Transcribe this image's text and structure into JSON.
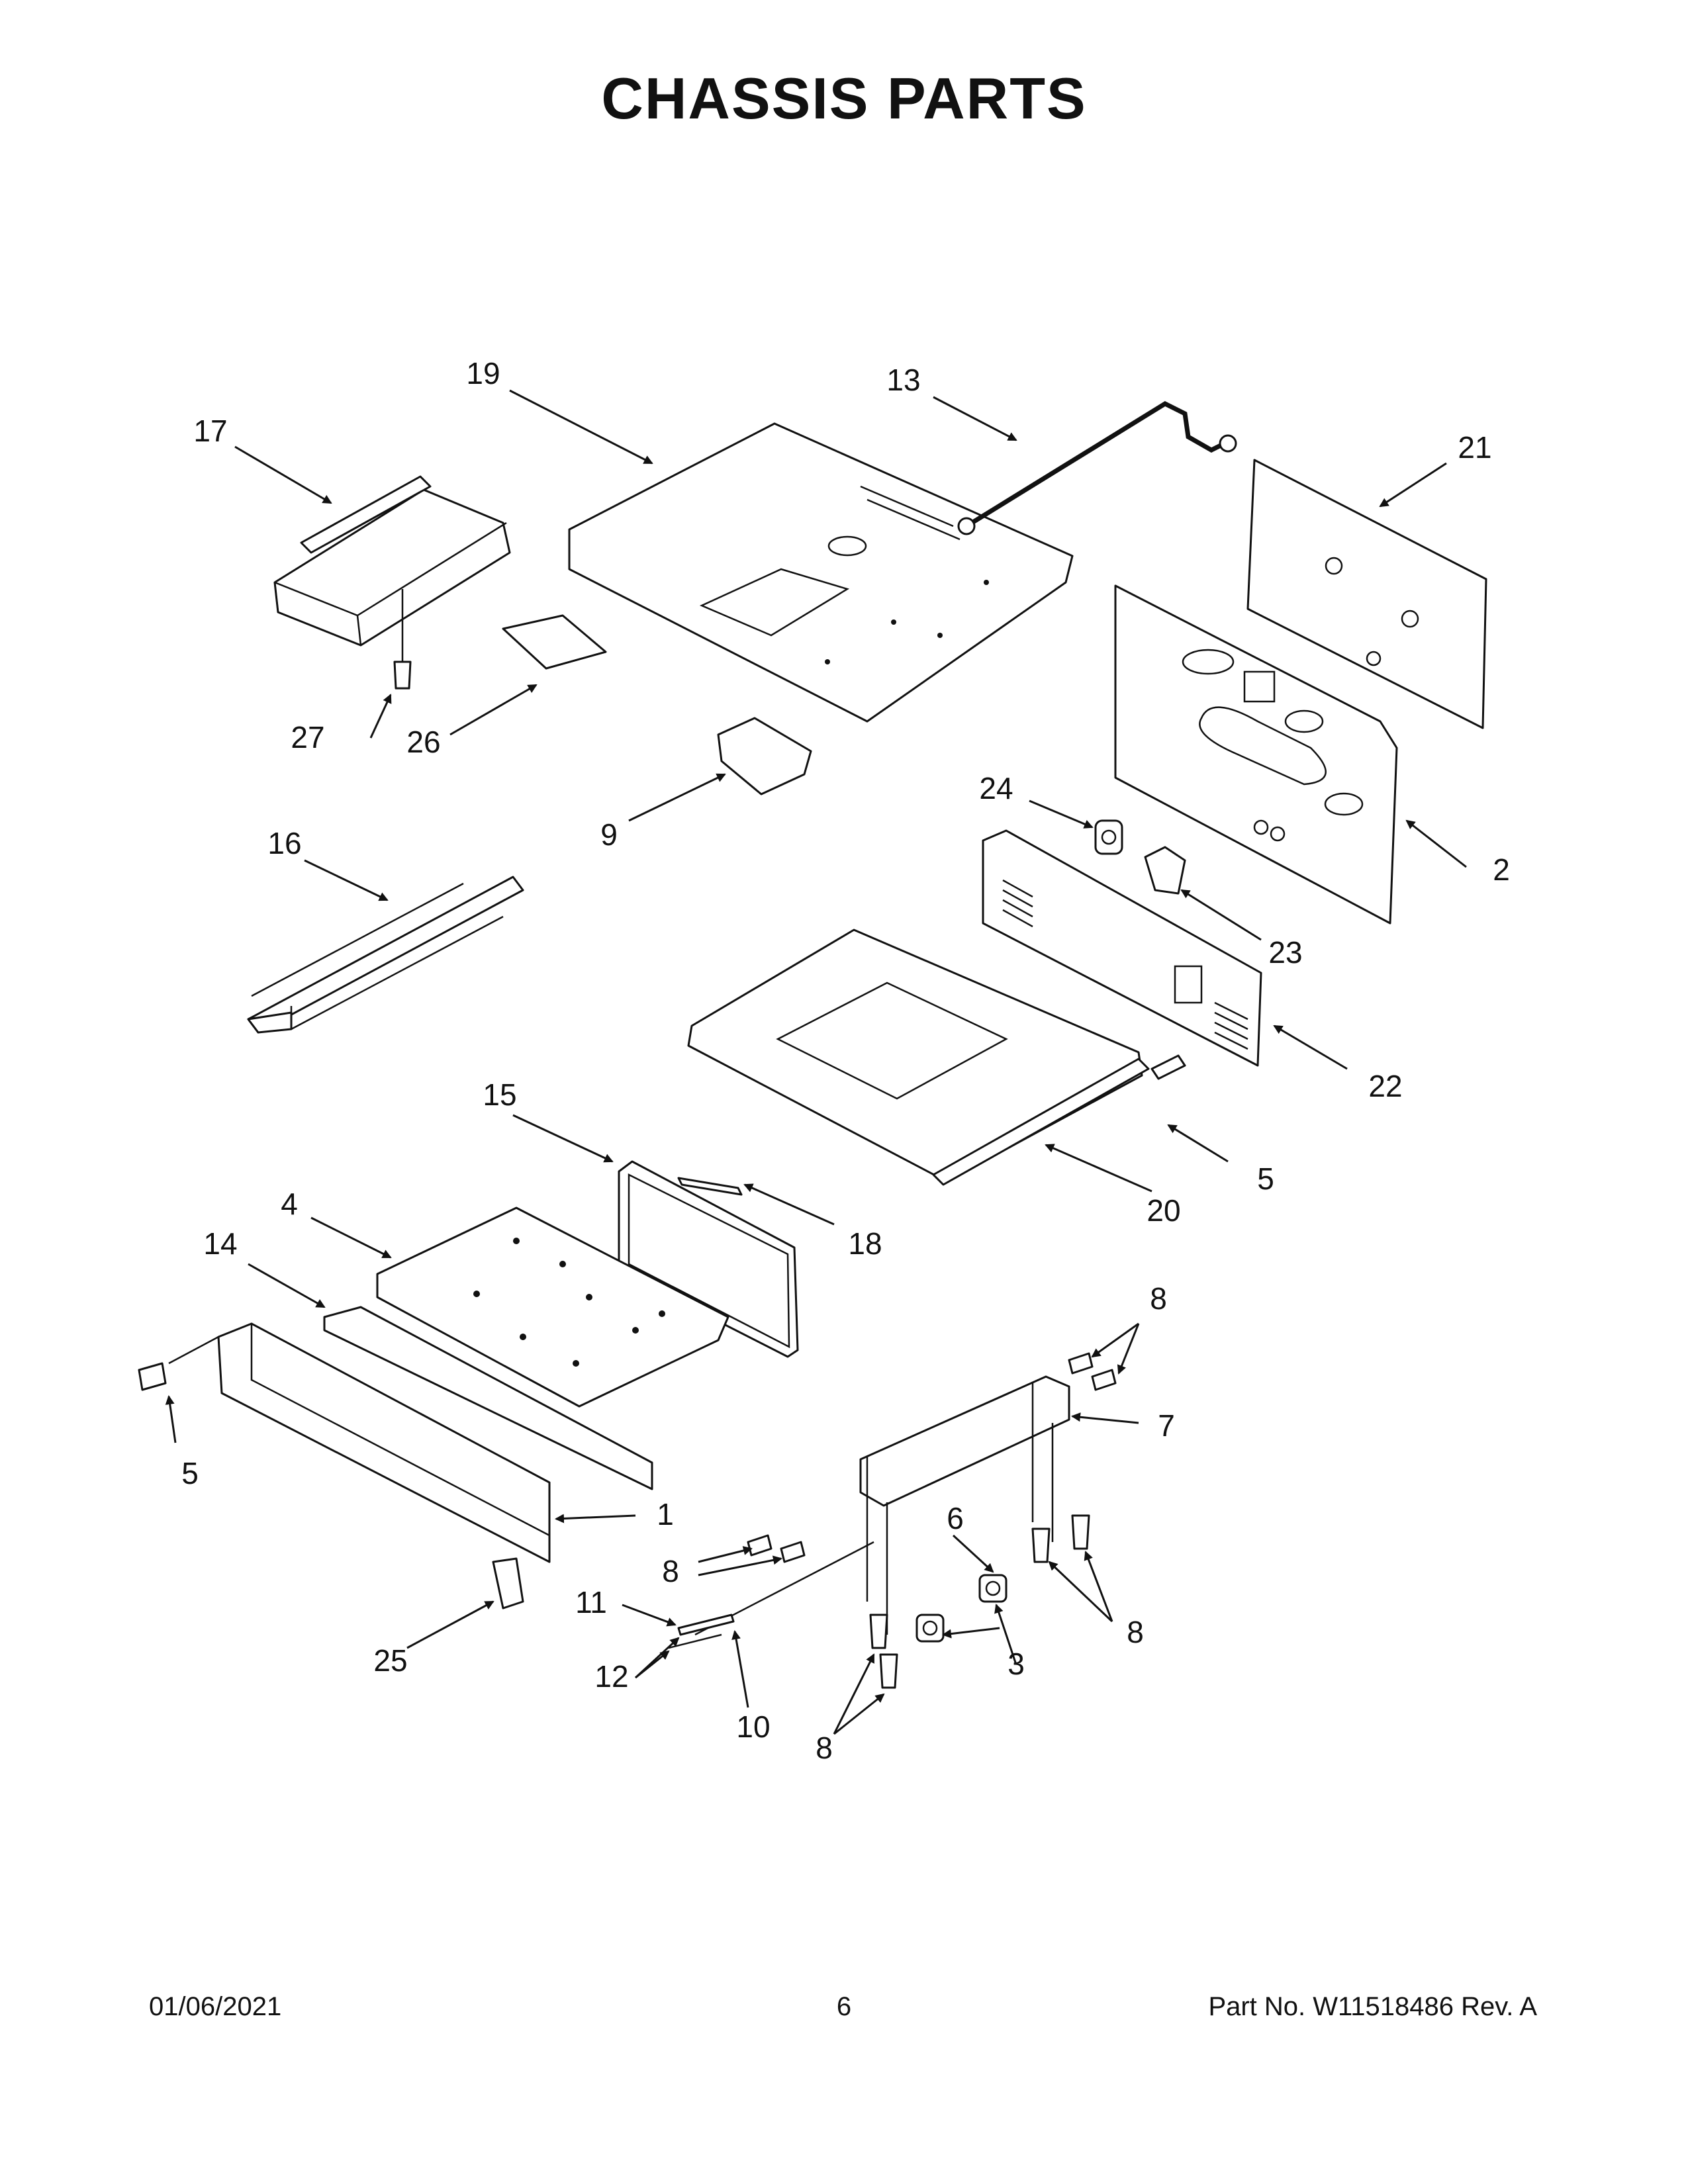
{
  "title": "CHASSIS PARTS",
  "footer": {
    "date": "01/06/2021",
    "page": "6",
    "part_number": "Part No.  W11518486  Rev.  A"
  },
  "callouts": {
    "c1": "1",
    "c2": "2",
    "c3": "3",
    "c4": "4",
    "c5a": "5",
    "c5b": "5",
    "c6": "6",
    "c7": "7",
    "c8a": "8",
    "c8b": "8",
    "c8c": "8",
    "c8d": "8",
    "c9": "9",
    "c10": "10",
    "c11": "11",
    "c12": "12",
    "c13": "13",
    "c14": "14",
    "c15": "15",
    "c16": "16",
    "c17": "17",
    "c18": "18",
    "c19": "19",
    "c20": "20",
    "c21": "21",
    "c22": "22",
    "c23": "23",
    "c24": "24",
    "c25": "25",
    "c26": "26",
    "c27": "27"
  }
}
